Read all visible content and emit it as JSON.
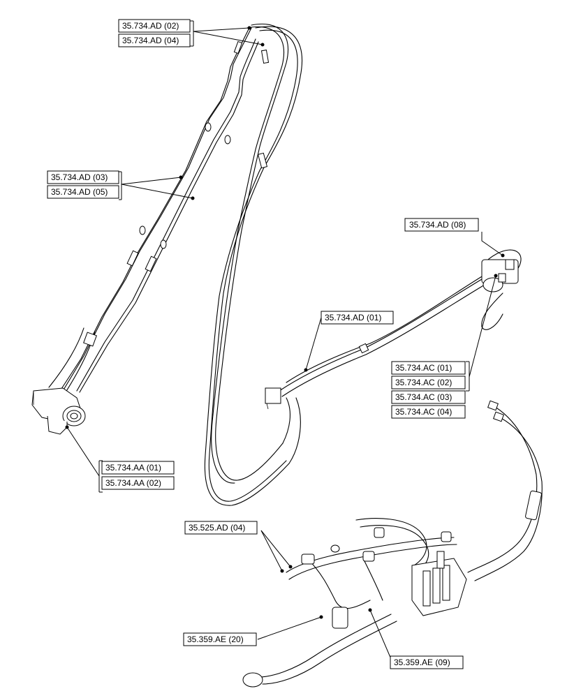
{
  "callouts": [
    {
      "id": "ad02",
      "text": "35.734.AD (02)"
    },
    {
      "id": "ad04",
      "text": "35.734.AD (04)"
    },
    {
      "id": "ad03",
      "text": "35.734.AD (03)"
    },
    {
      "id": "ad05",
      "text": "35.734.AD (05)"
    },
    {
      "id": "ad08",
      "text": "35.734.AD (08)"
    },
    {
      "id": "ad01",
      "text": "35.734.AD (01)"
    },
    {
      "id": "ac01",
      "text": "35.734.AC (01)"
    },
    {
      "id": "ac02",
      "text": "35.734.AC (02)"
    },
    {
      "id": "ac03",
      "text": "35.734.AC (03)"
    },
    {
      "id": "ac04",
      "text": "35.734.AC (04)"
    },
    {
      "id": "aa01",
      "text": "35.734.AA (01)"
    },
    {
      "id": "aa02",
      "text": "35.734.AA (02)"
    },
    {
      "id": "ad525",
      "text": "35.525.AD (04)"
    },
    {
      "id": "ae20",
      "text": "35.359.AE (20)"
    },
    {
      "id": "ae09",
      "text": "35.359.AE (09)"
    }
  ]
}
